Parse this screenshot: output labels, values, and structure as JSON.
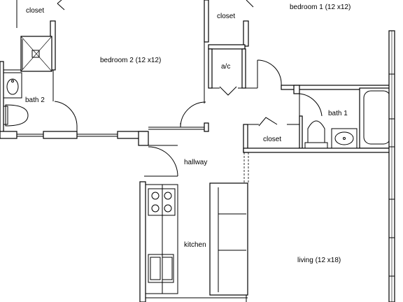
{
  "rooms": {
    "closet_nw": "closet",
    "closet_n": "closet",
    "bedroom1": "bedroom 1 (12 x12)",
    "bedroom2": "bedroom 2 (12 x12)",
    "ac": "a/c",
    "bath2": "bath 2",
    "bath1": "bath 1",
    "closet_e": "closet",
    "hallway": "hallway",
    "kitchen": "kitchen",
    "living": "living (12 x18)"
  }
}
